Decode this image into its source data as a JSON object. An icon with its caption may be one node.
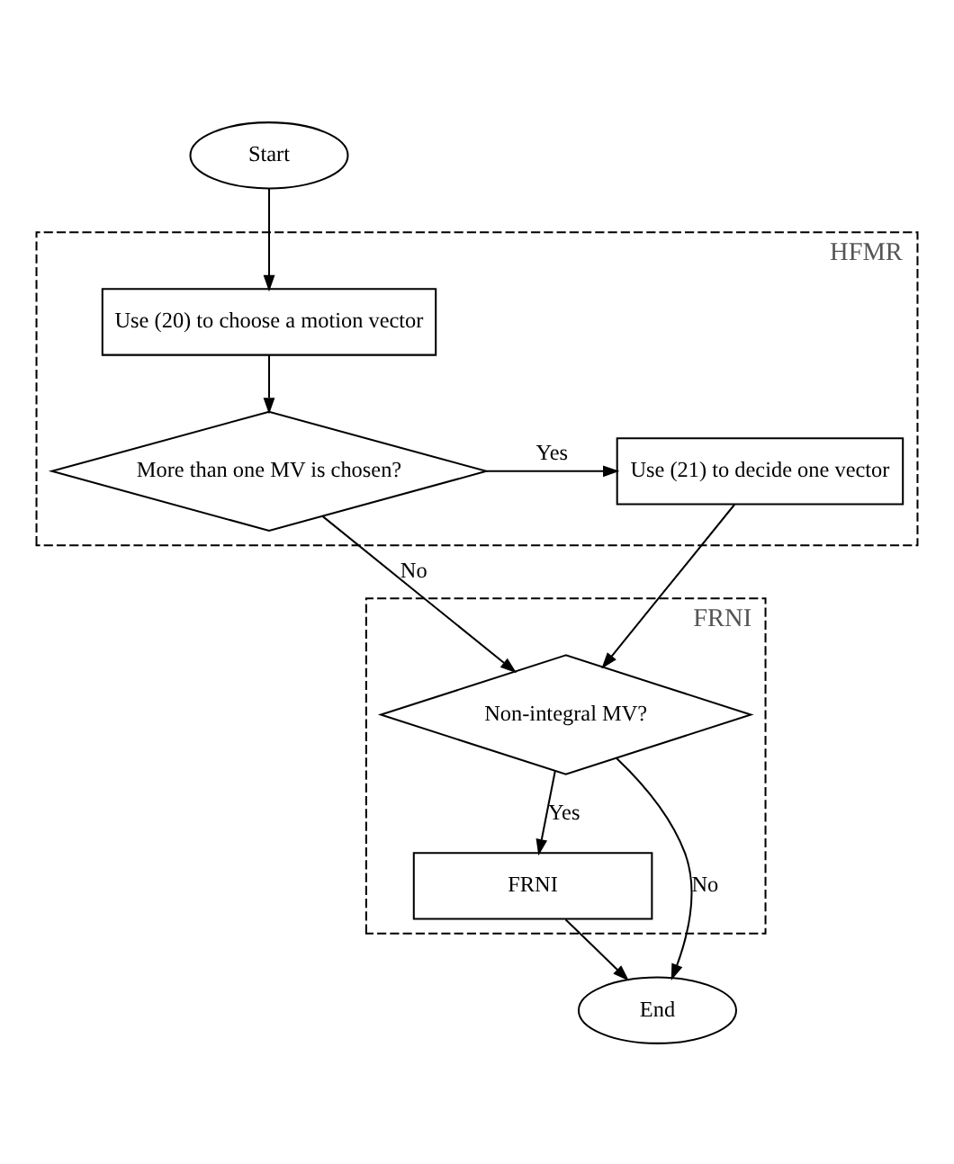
{
  "diagram": {
    "nodes": [
      {
        "text": [
          "Start"
        ]
      },
      {
        "text": [
          "HFMR"
        ]
      },
      {
        "text": [
          "Use (20) to choose a motion vector"
        ],
        "in": 1
      },
      {
        "text": [
          "More than one MV is chosen?"
        ],
        "in": 1
      },
      {
        "text": [
          "Use (21) to decide one vector"
        ],
        "in": 1
      },
      {
        "text": [
          "FRNI"
        ]
      },
      {
        "text": [
          "Non-integral MV?"
        ],
        "in": 5
      },
      {
        "text": [
          "FRNI"
        ],
        "in": 5
      },
      {
        "text": [
          "End"
        ]
      }
    ],
    "edges": [
      {
        "from": 0,
        "to": 2,
        "arrow": "to"
      },
      {
        "from": 2,
        "to": 3,
        "arrow": "to"
      },
      {
        "from": 3,
        "to": 4,
        "arrow": "to",
        "label": "Yes"
      },
      {
        "from": 3,
        "to": 6,
        "arrow": "to",
        "label": "No"
      },
      {
        "from": 4,
        "to": 6,
        "arrow": "to"
      },
      {
        "from": 6,
        "to": 8,
        "arrow": "to",
        "label": "No"
      },
      {
        "from": 6,
        "to": 7,
        "arrow": "to",
        "label": "Yes"
      },
      {
        "from": 7,
        "to": 8,
        "arrow": "to"
      }
    ]
  }
}
